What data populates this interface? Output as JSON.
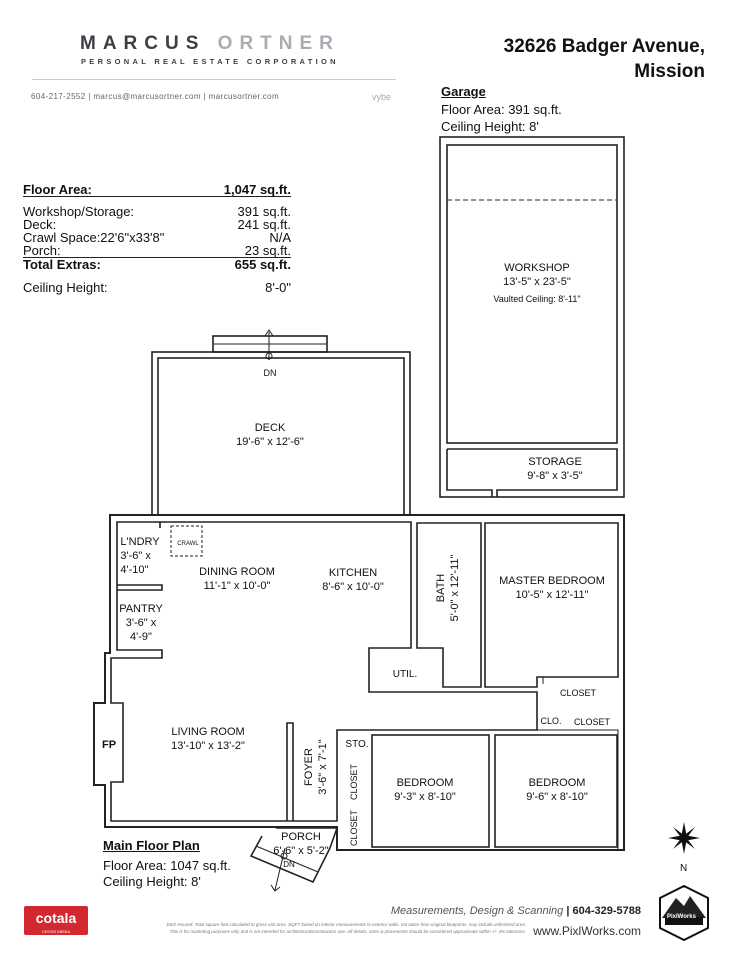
{
  "header": {
    "brand_dark": "MARCUS",
    "brand_light": "ORTNER",
    "tagline": "PERSONAL REAL ESTATE CORPORATION",
    "contact": "604-217-2552  |  marcus@marcusortner.com  |  marcusortner.com",
    "vybe": "vybe",
    "address_line1": "32626 Badger Avenue,",
    "address_line2": "Mission"
  },
  "garage": {
    "title": "Garage",
    "floor_area": "Floor Area: 391 sq.ft.",
    "ceiling": "Ceiling Height: 8'"
  },
  "summary": {
    "floor_area_label": "Floor Area:",
    "floor_area_value": "1,047 sq.ft.",
    "rows": [
      {
        "label": "Workshop/Storage:",
        "value": "391 sq.ft."
      },
      {
        "label": "Deck:",
        "value": "241 sq.ft."
      },
      {
        "label": "Crawl Space:22'6\"x33'8\"",
        "value": "N/A"
      },
      {
        "label": "Porch:",
        "value": "23 sq.ft."
      }
    ],
    "total_label": "Total Extras:",
    "total_value": "655 sq.ft.",
    "ceiling_label": "Ceiling Height:",
    "ceiling_value": "8'-0\""
  },
  "rooms": {
    "workshop": {
      "name": "WORKSHOP",
      "dims": "13'-5\" x 23'-5\"",
      "note": "Vaulted Ceiling: 8'-11\""
    },
    "storage": {
      "name": "STORAGE",
      "dims": "9'-8\"  x  3'-5\""
    },
    "deck": {
      "name": "DECK",
      "dims": "19'-6\" x 12'-6\""
    },
    "deck_dn": "DN",
    "laundry": {
      "name": "L'NDRY",
      "dims1": "3'-6\" x",
      "dims2": "4'-10\""
    },
    "crawl": "CRAWL",
    "pantry": {
      "name": "PANTRY",
      "dims1": "3'-6\" x",
      "dims2": "4'-9\""
    },
    "dining": {
      "name": "DINING ROOM",
      "dims": "11'-1\" x 10'-0\""
    },
    "kitchen": {
      "name": "KITCHEN",
      "dims": "8'-6\" x 10'-0\""
    },
    "bath": {
      "name": "BATH",
      "dims": "5'-0\" x 12'-11\""
    },
    "master": {
      "name": "MASTER BEDROOM",
      "dims": "10'-5\" x 12'-11\""
    },
    "util": "UTIL.",
    "closet1": "CLOSET",
    "clo": "CLO.",
    "closet2": "CLOSET",
    "fp": "FP",
    "living": {
      "name": "LIVING ROOM",
      "dims": "13'-10\" x 13'-2\""
    },
    "foyer": {
      "name": "FOYER",
      "dims": "3'-6\" x 7'-1\""
    },
    "sto": "STO.",
    "closet3": "CLOSET",
    "closet4": "CLOSET",
    "bedroom1": {
      "name": "BEDROOM",
      "dims": "9'-3\" x 8'-10\""
    },
    "bedroom2": {
      "name": "BEDROOM",
      "dims": "9'-6\" x 8'-10\""
    },
    "porch": {
      "name": "PORCH",
      "dims": "6'-6\" x 5'-2\""
    },
    "porch_dn": "DN"
  },
  "main_floor": {
    "title": "Main Floor Plan",
    "floor_area": "Floor Area: 1047 sq.ft.",
    "ceiling": "Ceiling Height: 8'"
  },
  "compass": "N",
  "footer": {
    "credit": "Measurements, Design & Scanning",
    "phone": "| 604-329-5788",
    "disclaimer1": "E&O Insured. Total square foot calculated to gross unit area. SQFT based on interior measurements to exterior walls, not taken from original blueprints, may include unfinished area.",
    "disclaimer2": "This is for marketing purposes only and is not intended for architectural/construction use. All details, sizes & placements should be considered approximate within +/- 3% tolerance.",
    "website": "www.PixlWorks.com",
    "cotala": "cotala",
    "cotala_sub": "CROSS MEDIA",
    "pixlworks": "PixlWorks"
  }
}
